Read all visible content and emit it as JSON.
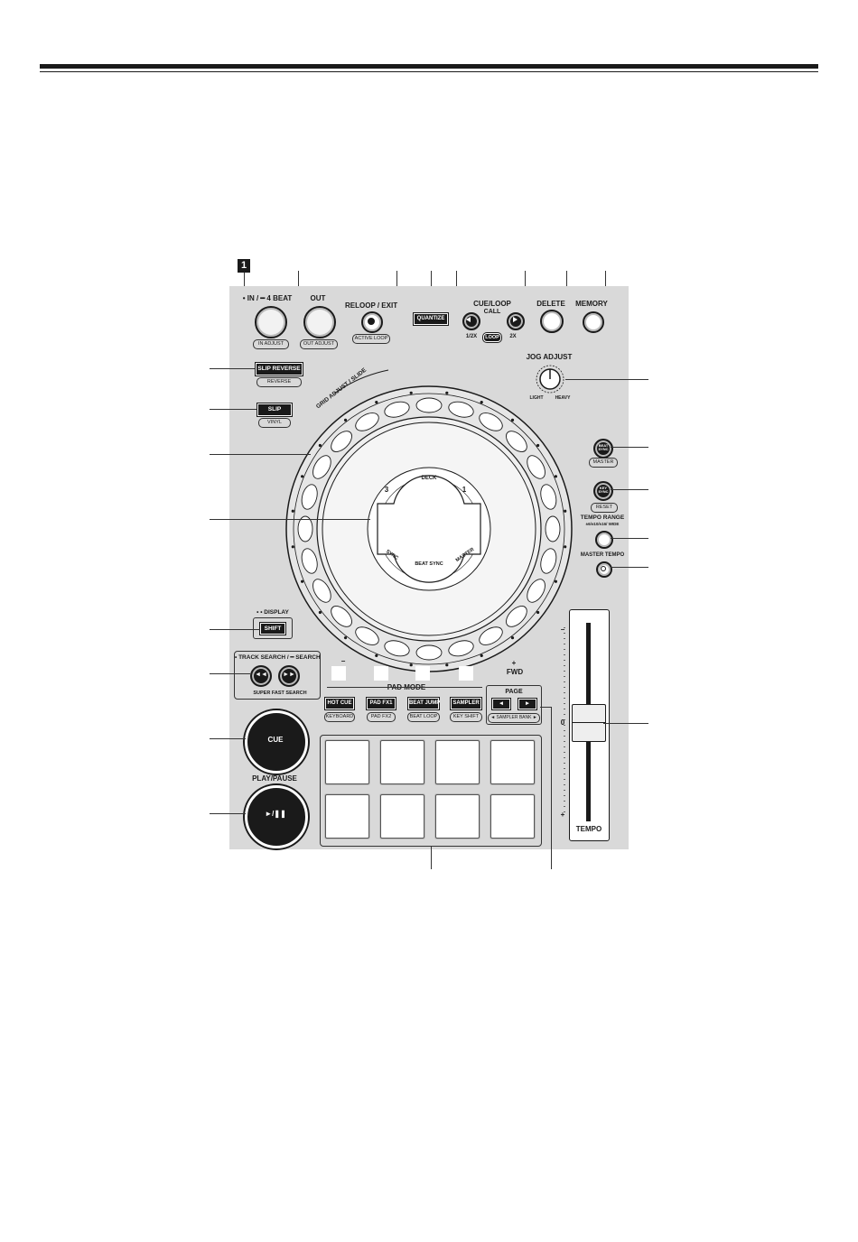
{
  "labels": {
    "in": "• IN / ━ 4 BEAT",
    "in_sub": "IN ADJUST",
    "out": "OUT",
    "out_sub": "OUT ADJUST",
    "reloop": "RELOOP / EXIT",
    "reloop_sub": "ACTIVE LOOP",
    "quantize": "QUANTIZE",
    "cue_loop": "CUE/LOOP",
    "call": "CALL",
    "half": "1/2X",
    "loop": "LOOP",
    "double": "2X",
    "delete": "DELETE",
    "memory": "MEMORY",
    "slip_reverse": "SLIP REVERSE",
    "reverse": "REVERSE",
    "slip": "SLIP",
    "vinyl": "VINYL",
    "grid": "GRID ADJUST / SLIDE",
    "jog_adjust": "JOG ADJUST",
    "light": "LIGHT",
    "heavy": "HEAVY",
    "beat_sync": "BEAT SYNC",
    "master": "MASTER",
    "key_sync": "KEY SYNC",
    "reset": "RESET",
    "tempo_range": "TEMPO RANGE",
    "tempo_range_sub": "±6/±10/±16/ WIDE",
    "master_tempo": "MASTER TEMPO",
    "deck": "DECK",
    "deck_3": "3",
    "deck_1": "1",
    "sync": "SYNC",
    "beat_sync_ring": "BEAT SYNC",
    "master_ring": "MASTER",
    "display": "• • DISPLAY",
    "shift": "SHIFT",
    "track_search": "• TRACK SEARCH / ━ SEARCH",
    "super_fast": "SUPER FAST SEARCH",
    "rev_minus": "−",
    "fwd_plus": "+",
    "fwd": "FWD",
    "pad_mode": "PAD MODE",
    "hot_cue": "HOT CUE",
    "keyboard": "KEYBOARD",
    "pad_fx1": "PAD FX1",
    "pad_fx2": "PAD FX2",
    "beat_jump": "BEAT JUMP",
    "beat_loop": "BEAT LOOP",
    "sampler": "SAMPLER",
    "key_shift": "KEY SHIFT",
    "page": "PAGE",
    "sampler_bank": "◄ SAMPLER BANK ►",
    "cue": "CUE",
    "play_pause": "PLAY/PAUSE",
    "play_glyph": "►/❚❚",
    "tempo": "TEMPO",
    "tempo_minus": "−",
    "tempo_zero": "0",
    "tempo_plus": "+",
    "callout_first": "1"
  },
  "colors": {
    "panel": "#d9d9d9",
    "ink": "#1a1a1a",
    "pad": "#ffffff"
  }
}
